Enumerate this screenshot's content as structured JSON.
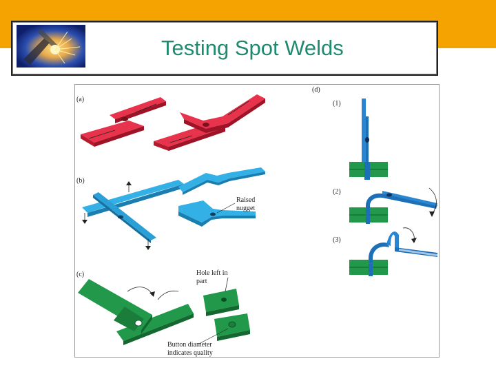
{
  "slide": {
    "title": "Testing Spot Welds"
  },
  "figure": {
    "panel_labels": {
      "a": "(a)",
      "b": "(b)",
      "c": "(c)",
      "d": "(d)",
      "d1": "(1)",
      "d2": "(2)",
      "d3": "(3)"
    },
    "annotations": {
      "raised_nugget_line1": "Raised",
      "raised_nugget_line2": "nugget",
      "hole_left_line1": "Hole  left  in",
      "hole_left_line2": "part",
      "button_line1": "Button  diameter",
      "button_line2": "indicates  quality"
    },
    "colors": {
      "panel_a": "#d8203a",
      "panel_b": "#29a6dc",
      "panel_c": "#1f8a3c",
      "panel_d_strip": "#1d6fb8",
      "panel_d_vise": "#1f8a3c"
    }
  }
}
